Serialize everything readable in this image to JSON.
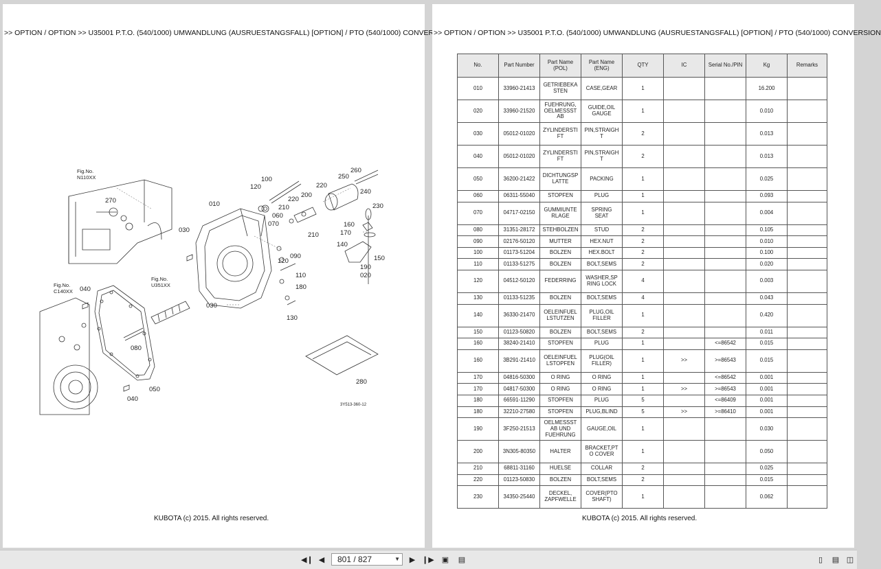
{
  "breadcrumb": ">> OPTION / OPTION >> U35001   P.T.O. (540/1000) UMWANDLUNG (AUSRUESTANGSFALL) [OPTION] / PTO (540/1000) CONVERSION",
  "footer": "KUBOTA (c) 2015. All rights reserved.",
  "diagram": {
    "figure_id": "3Y513-360-12",
    "fig_refs": [
      {
        "prefix": "Fig.No.",
        "id": "N110XX"
      },
      {
        "prefix": "Fig.No.",
        "id": "U351XX"
      },
      {
        "prefix": "Fig.No.",
        "id": "C140XX"
      }
    ],
    "callouts": [
      "270",
      "260",
      "250",
      "100",
      "120",
      "220",
      "200",
      "240",
      "230",
      "210",
      "220",
      "060",
      "070",
      "010",
      "030",
      "210",
      "160",
      "170",
      "140",
      "150",
      "190",
      "020",
      "090",
      "120",
      "110",
      "180",
      "040",
      "030",
      "080",
      "130",
      "050",
      "040",
      "280"
    ]
  },
  "table": {
    "headers": [
      "No.",
      "Part Number",
      "Part Name\n(POL)",
      "Part Name\n(ENG)",
      "QTY",
      "IC",
      "Serial No./PIN",
      "Kg",
      "Remarks"
    ],
    "rows": [
      [
        "010",
        "33960-21413",
        "GETRIEBEKA\nSTEN",
        "CASE,GEAR",
        "1",
        "",
        "",
        "16.200",
        ""
      ],
      [
        "020",
        "33960-21520",
        "FUEHRUNG,\nOELMESSST\nAB",
        "GUIDE,OIL\nGAUGE",
        "1",
        "",
        "",
        "0.010",
        ""
      ],
      [
        "030",
        "05012-01020",
        "ZYLINDERSTI\nFT",
        "PIN,STRAIGH\nT",
        "2",
        "",
        "",
        "0.013",
        ""
      ],
      [
        "040",
        "05012-01020",
        "ZYLINDERSTI\nFT",
        "PIN,STRAIGH\nT",
        "2",
        "",
        "",
        "0.013",
        ""
      ],
      [
        "050",
        "36200-21422",
        "DICHTUNGSP\nLATTE",
        "PACKING",
        "1",
        "",
        "",
        "0.025",
        ""
      ],
      [
        "060",
        "06311-55040",
        "STOPFEN",
        "PLUG",
        "1",
        "",
        "",
        "0.093",
        ""
      ],
      [
        "070",
        "04717-02150",
        "GUMMIUNTE\nRLAGE",
        "SPRING\nSEAT",
        "1",
        "",
        "",
        "0.004",
        ""
      ],
      [
        "080",
        "31351-28172",
        "STEHBOLZEN",
        "STUD",
        "2",
        "",
        "",
        "0.105",
        ""
      ],
      [
        "090",
        "02176-50120",
        "MUTTER",
        "HEX.NUT",
        "2",
        "",
        "",
        "0.010",
        ""
      ],
      [
        "100",
        "01173-51204",
        "BOLZEN",
        "HEX.BOLT",
        "2",
        "",
        "",
        "0.100",
        ""
      ],
      [
        "110",
        "01133-51275",
        "BOLZEN",
        "BOLT,SEMS",
        "2",
        "",
        "",
        "0.020",
        ""
      ],
      [
        "120",
        "04512-50120",
        "FEDERRING",
        "WASHER,SP\nRING LOCK",
        "4",
        "",
        "",
        "0.003",
        ""
      ],
      [
        "130",
        "01133-51235",
        "BOLZEN",
        "BOLT,SEMS",
        "4",
        "",
        "",
        "0.043",
        ""
      ],
      [
        "140",
        "36330-21470",
        "OELEINFUEL\nLSTUTZEN",
        "PLUG,OIL\nFILLER",
        "1",
        "",
        "",
        "0.420",
        ""
      ],
      [
        "150",
        "01123-50820",
        "BOLZEN",
        "BOLT,SEMS",
        "2",
        "",
        "",
        "0.011",
        ""
      ],
      [
        "160",
        "38240-21410",
        "STOPFEN",
        "PLUG",
        "1",
        "",
        "<=86542",
        "0.015",
        ""
      ],
      [
        "160",
        "3B291-21410",
        "OELEINFUEL\nLSTOPFEN",
        "PLUG(OIL\nFILLER)",
        "1",
        ">>",
        ">=86543",
        "0.015",
        ""
      ],
      [
        "170",
        "04816-50300",
        "O RING",
        "O RING",
        "1",
        "",
        "<=86542",
        "0.001",
        ""
      ],
      [
        "170",
        "04817-50300",
        "O RING",
        "O RING",
        "1",
        ">>",
        ">=86543",
        "0.001",
        ""
      ],
      [
        "180",
        "66591-11290",
        "STOPFEN",
        "PLUG",
        "5",
        "",
        "<=86409",
        "0.001",
        ""
      ],
      [
        "180",
        "32210-27580",
        "STOPFEN",
        "PLUG,BLIND",
        "5",
        ">>",
        ">=86410",
        "0.001",
        ""
      ],
      [
        "190",
        "3F250-21513",
        "OELMESSST\nAB UND\nFUEHRUNG",
        "GAUGE,OIL",
        "1",
        "",
        "",
        "0.030",
        ""
      ],
      [
        "200",
        "3N305-80350",
        "HALTER",
        "BRACKET,PT\nO COVER",
        "1",
        "",
        "",
        "0.050",
        ""
      ],
      [
        "210",
        "68811-31160",
        "HUELSE",
        "COLLAR",
        "2",
        "",
        "",
        "0.025",
        ""
      ],
      [
        "220",
        "01123-50830",
        "BOLZEN",
        "BOLT,SEMS",
        "2",
        "",
        "",
        "0.015",
        ""
      ],
      [
        "230",
        "34350-25440",
        "DECKEL,\nZAPFWELLE",
        "COVER(PTO\nSHAFT)",
        "1",
        "",
        "",
        "0.062",
        ""
      ]
    ]
  },
  "toolbar": {
    "page_indicator": "801 / 827",
    "icons": [
      "first-page-icon",
      "prev-page-icon",
      "next-page-icon",
      "last-page-icon",
      "fit-page-icon",
      "fit-width-icon",
      "single-page-icon",
      "continuous-page-icon",
      "two-page-icon"
    ]
  }
}
